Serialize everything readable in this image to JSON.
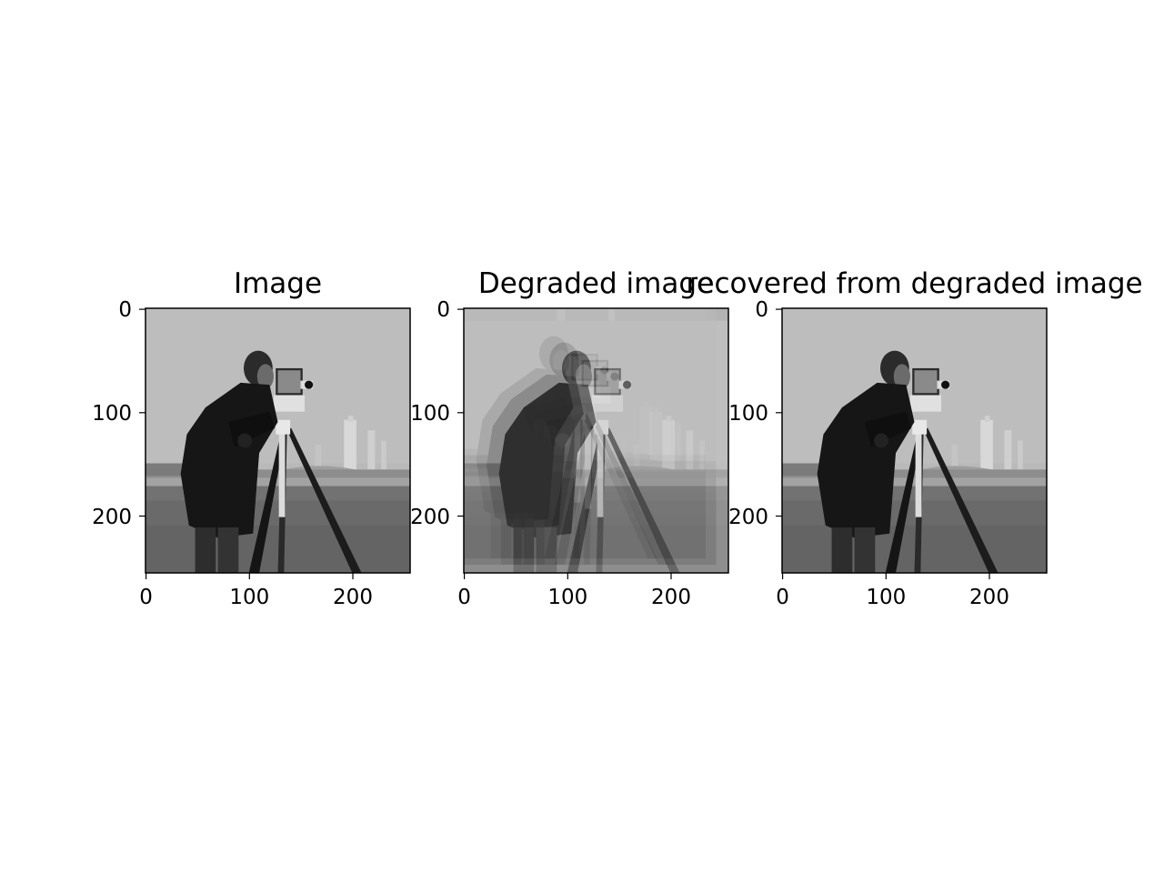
{
  "figure": {
    "background": "#ffffff",
    "colormap": "gray",
    "panels": [
      {
        "title": "Image",
        "content": "cameraman photograph (sharp)",
        "image_size": [
          256,
          256
        ],
        "x_ticks": [
          "0",
          "100",
          "200"
        ],
        "y_ticks": [
          "0",
          "100",
          "200"
        ]
      },
      {
        "title": "Degraded image",
        "content": "cameraman photograph with motion blur / ghosting",
        "image_size": [
          256,
          256
        ],
        "x_ticks": [
          "0",
          "100",
          "200"
        ],
        "y_ticks": [
          "0",
          "100",
          "200"
        ]
      },
      {
        "title": "recovered from degraded image",
        "content": "cameraman photograph restored",
        "image_size": [
          256,
          256
        ],
        "x_ticks": [
          "0",
          "100",
          "200"
        ],
        "y_ticks": [
          "0",
          "100",
          "200"
        ]
      }
    ]
  }
}
